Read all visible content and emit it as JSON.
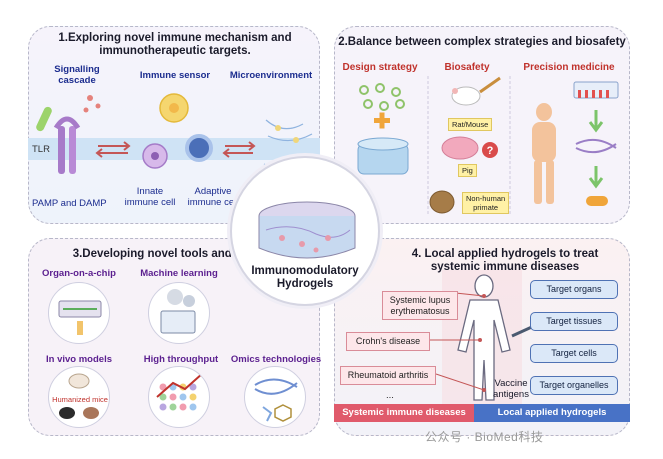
{
  "center": {
    "title_line1": "Immunomodulatory",
    "title_line2": "Hydrogels"
  },
  "panel1": {
    "title_line1": "1.Exploring novel immune mechanism and",
    "title_line2": "immunotherapeutic targets.",
    "signalling_line1": "Signalling",
    "signalling_line2": "cascade",
    "immune_sensor": "Immune sensor",
    "microenvironment": "Microenvironment",
    "tlr": "TLR",
    "pamp": "PAMP and DAMP",
    "innate_line1": "Innate",
    "innate_line2": "immune cell",
    "adaptive_line1": "Adaptive",
    "adaptive_line2": "immune cell"
  },
  "panel2": {
    "title": "2.Balance between complex strategies and biosafety",
    "design": "Design strategy",
    "biosafety": "Biosafety",
    "precision": "Precision medicine",
    "rat": "Rat/Mouse",
    "pig": "Pig",
    "primate_line1": "Non-human",
    "primate_line2": "primate",
    "question": "?"
  },
  "panel3": {
    "title": "3.Developing novel tools and models",
    "organ_chip": "Organ-on-a-chip",
    "machine_learning": "Machine learning",
    "in_vivo": "In vivo models",
    "high_throughput": "High throughput",
    "omics": "Omics technologies",
    "humanized": "Humanized mice"
  },
  "panel4": {
    "title_line1": "4. Local applied hydrogels to treat",
    "title_line2": "systemic immune diseases",
    "lupus_line1": "Systemic lupus",
    "lupus_line2": "erythematosus",
    "crohn": "Crohn's disease",
    "ra": "Rheumatoid arthritis",
    "ellipsis": "...",
    "targets": [
      "Target organs",
      "Target tissues",
      "Target cells",
      "Target organelles"
    ],
    "vaccine_line1": "Vaccine",
    "vaccine_line2": "antigens",
    "bar_left": "Systemic immune diseases",
    "bar_right": "Local applied hydrogels"
  },
  "watermark": "公众号 · BioMed科技",
  "colors": {
    "red_label": "#c0322c",
    "purple_label": "#5b1f8f",
    "blue_label": "#1c2d8f",
    "pink_bar": "#e05a6b",
    "blue_bar": "#4872c6"
  }
}
